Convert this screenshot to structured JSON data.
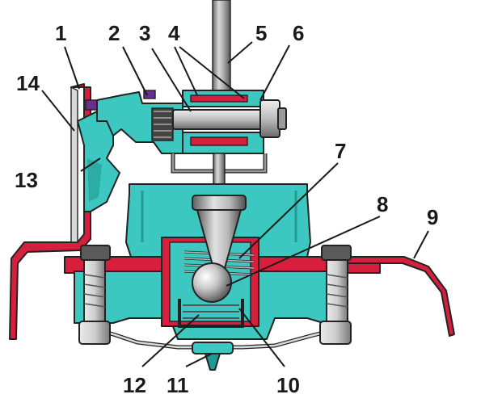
{
  "colors": {
    "teal": "#3cc8c0",
    "teal_dark": "#1f9b95",
    "red": "#d61f3c",
    "gray_light": "#d9d9d9",
    "gray_mid": "#9a9a9a",
    "gray_dark": "#5a5a5a",
    "purple": "#6b2e8e",
    "outline": "#222222",
    "label": "#1a1a1a"
  },
  "callouts": [
    {
      "id": "c1",
      "text": "1"
    },
    {
      "id": "c2",
      "text": "2"
    },
    {
      "id": "c3",
      "text": "3"
    },
    {
      "id": "c4",
      "text": "4"
    },
    {
      "id": "c5",
      "text": "5"
    },
    {
      "id": "c6",
      "text": "6"
    },
    {
      "id": "c7",
      "text": "7"
    },
    {
      "id": "c8",
      "text": "8"
    },
    {
      "id": "c9",
      "text": "9"
    },
    {
      "id": "c10",
      "text": "10"
    },
    {
      "id": "c11",
      "text": "11"
    },
    {
      "id": "c12",
      "text": "12"
    },
    {
      "id": "c13",
      "text": "13"
    },
    {
      "id": "c14",
      "text": "14"
    }
  ]
}
